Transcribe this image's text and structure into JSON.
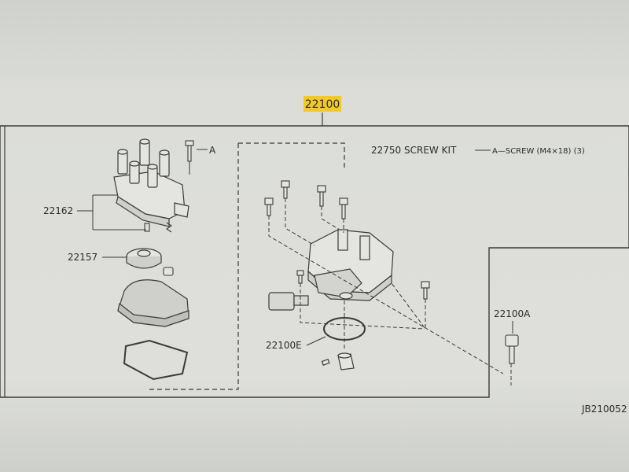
{
  "diagram": {
    "assembly_part": "22100",
    "screw_kit_label": "22750 SCREW KIT",
    "screw_kit_detail": "A—SCREW (M4×18) (3)",
    "labels": {
      "cap": "22162",
      "rotor": "22157",
      "oring": "22100E",
      "bolt": "22100A",
      "screw_ref": "A"
    },
    "drawing_code": "JB210052"
  },
  "colors": {
    "paper": "#e2e3df",
    "line": "#3a3a3a",
    "highlight": "#f3c92a"
  }
}
